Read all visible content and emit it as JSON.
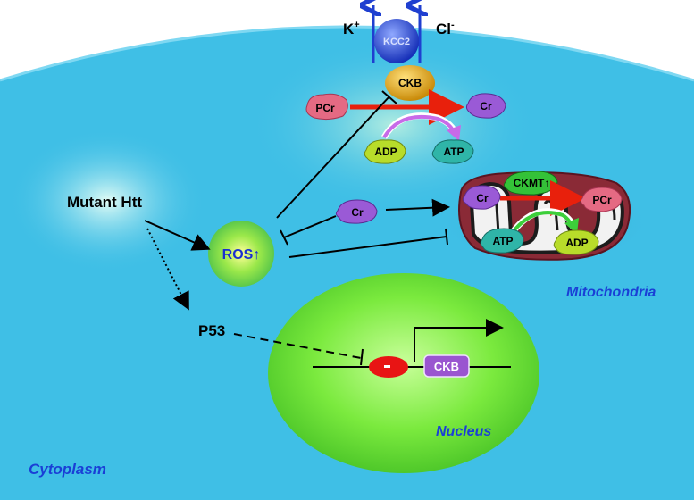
{
  "labels": {
    "k_ion": "K",
    "k_charge": "+",
    "cl_ion": "Cl",
    "cl_charge": "-",
    "kcc2": "KCC2",
    "ckb_top": "CKB",
    "pcr_top": "PCr",
    "cr_top": "Cr",
    "adp_top": "ADP",
    "atp_top": "ATP",
    "mutant_htt": "Mutant Htt",
    "ros": "ROS↑",
    "cr_mid": "Cr",
    "p53": "P53",
    "ckmt": "CKMT↑",
    "cr_mito": "Cr",
    "pcr_mito": "PCr",
    "atp_mito": "ATP",
    "adp_mito": "ADP",
    "ckb_gene": "CKB",
    "mitochondria": "Mitochondria",
    "nucleus": "Nucleus",
    "cytoplasm": "Cytoplasm"
  },
  "colors": {
    "cytoplasm": "#3fbfe6",
    "nucleus": "#6fe63a",
    "kcc2": "#1f3fd0",
    "ckb": "#e0a316",
    "pcr": "#e56a83",
    "cr": "#9a5ad6",
    "adp": "#b8dc2a",
    "atp": "#2fb5a8",
    "ckmt": "#34c238",
    "promoter": "#e81414",
    "ckb_gene": "#9a55d0",
    "region_text": "#1a3fd6"
  }
}
